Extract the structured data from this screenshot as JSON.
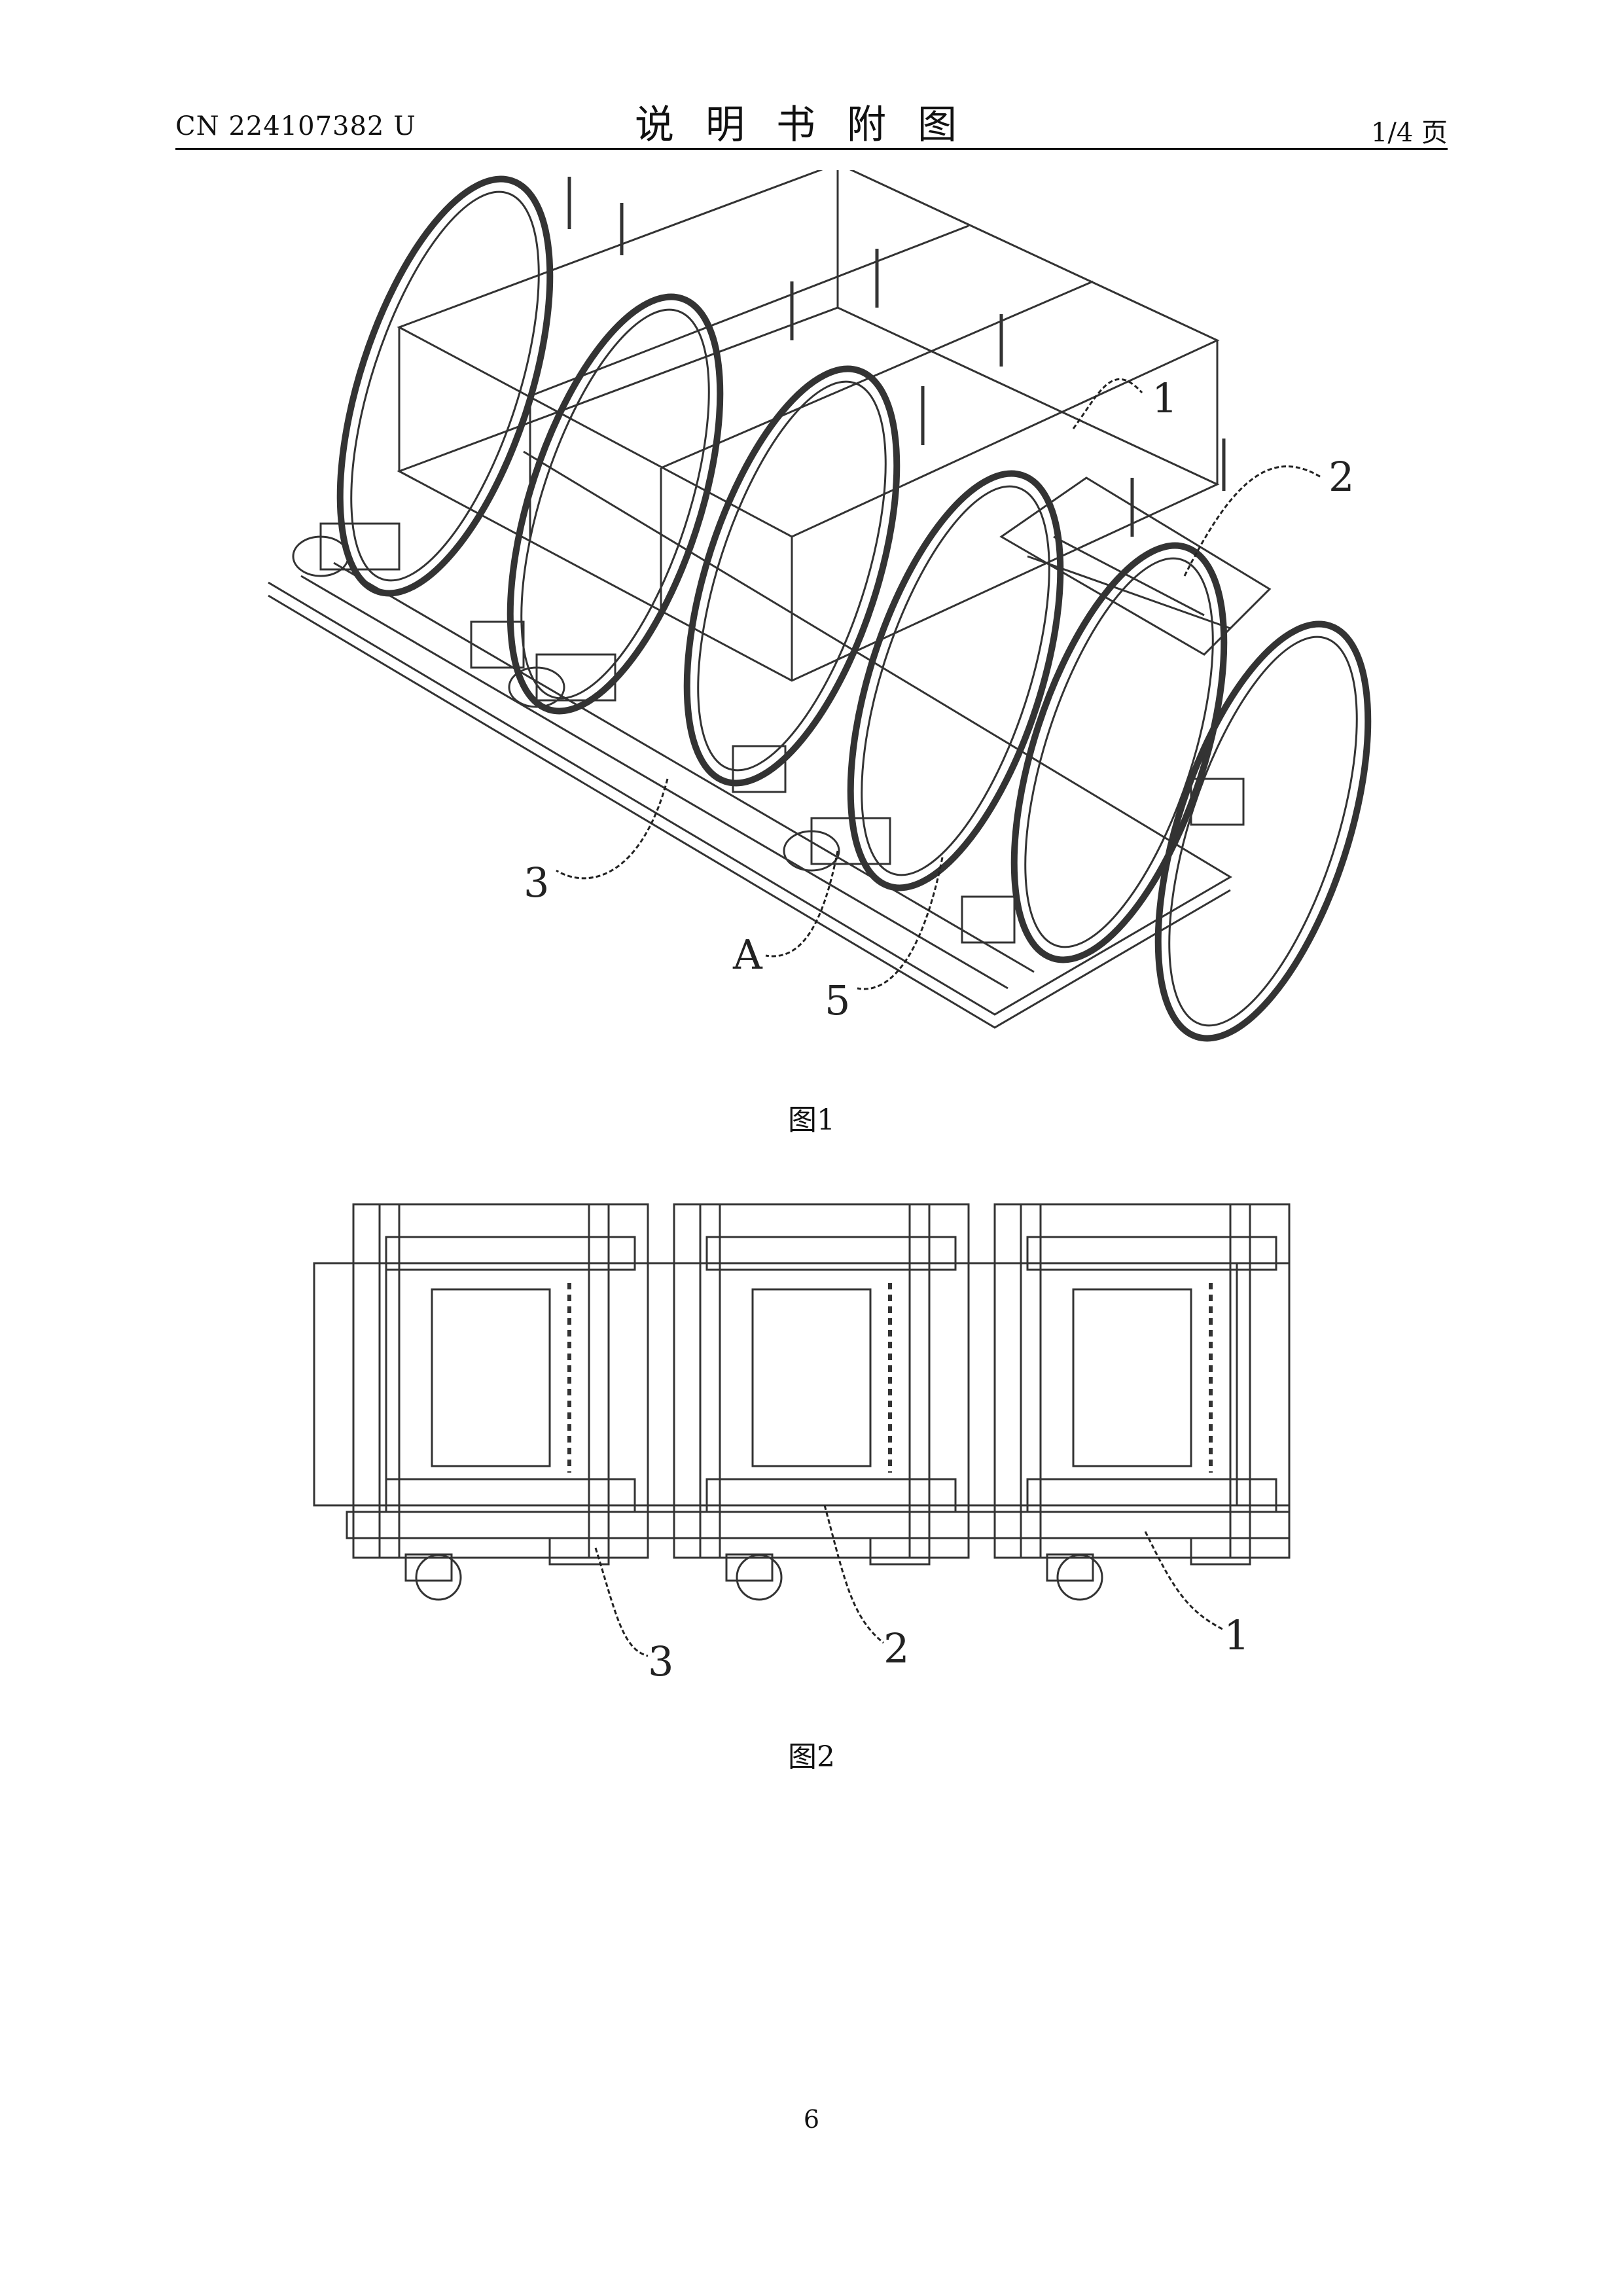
{
  "header": {
    "doc_number": "CN 224107382 U",
    "title": "说明书附图",
    "page_info": "1/4 页"
  },
  "figure1": {
    "caption": "图1",
    "labels": [
      "1",
      "2",
      "3",
      "A",
      "5"
    ]
  },
  "figure2": {
    "caption": "图2",
    "labels": [
      "3",
      "2",
      "1"
    ]
  },
  "footer": {
    "page_number": "6"
  }
}
